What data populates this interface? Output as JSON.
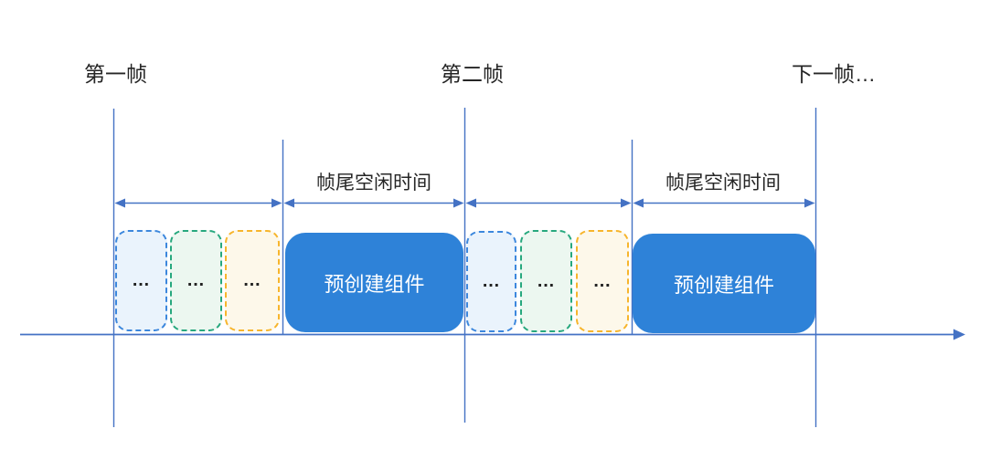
{
  "diagram": {
    "colors": {
      "line": "#4472c4",
      "label_text": "#262626",
      "slot_text": "#222222"
    },
    "frame_labels": [
      {
        "text": "第一帧"
      },
      {
        "text": "第二帧"
      },
      {
        "text": "下一帧…"
      }
    ],
    "idle_time_labels": [
      {
        "text": "帧尾空闲时间"
      },
      {
        "text": "帧尾空闲时间"
      }
    ],
    "frames": [
      {
        "slots": [
          {
            "label": "…",
            "border_color": "#3c87dd",
            "fill_color": "#eaf3fc"
          },
          {
            "label": "…",
            "border_color": "#27a87e",
            "fill_color": "#ecf7f0"
          },
          {
            "label": "…",
            "border_color": "#f7b52c",
            "fill_color": "#fdf8ea"
          }
        ],
        "precreate_block": {
          "label": "预创建组件",
          "fill_color": "#2e82d8",
          "text_color": "#ffffff"
        }
      },
      {
        "slots": [
          {
            "label": "…",
            "border_color": "#3c87dd",
            "fill_color": "#eaf3fc"
          },
          {
            "label": "…",
            "border_color": "#27a87e",
            "fill_color": "#ecf7f0"
          },
          {
            "label": "…",
            "border_color": "#f7b52c",
            "fill_color": "#fdf8ea"
          }
        ],
        "precreate_block": {
          "label": "预创建组件",
          "fill_color": "#2e82d8",
          "text_color": "#ffffff"
        }
      }
    ]
  }
}
